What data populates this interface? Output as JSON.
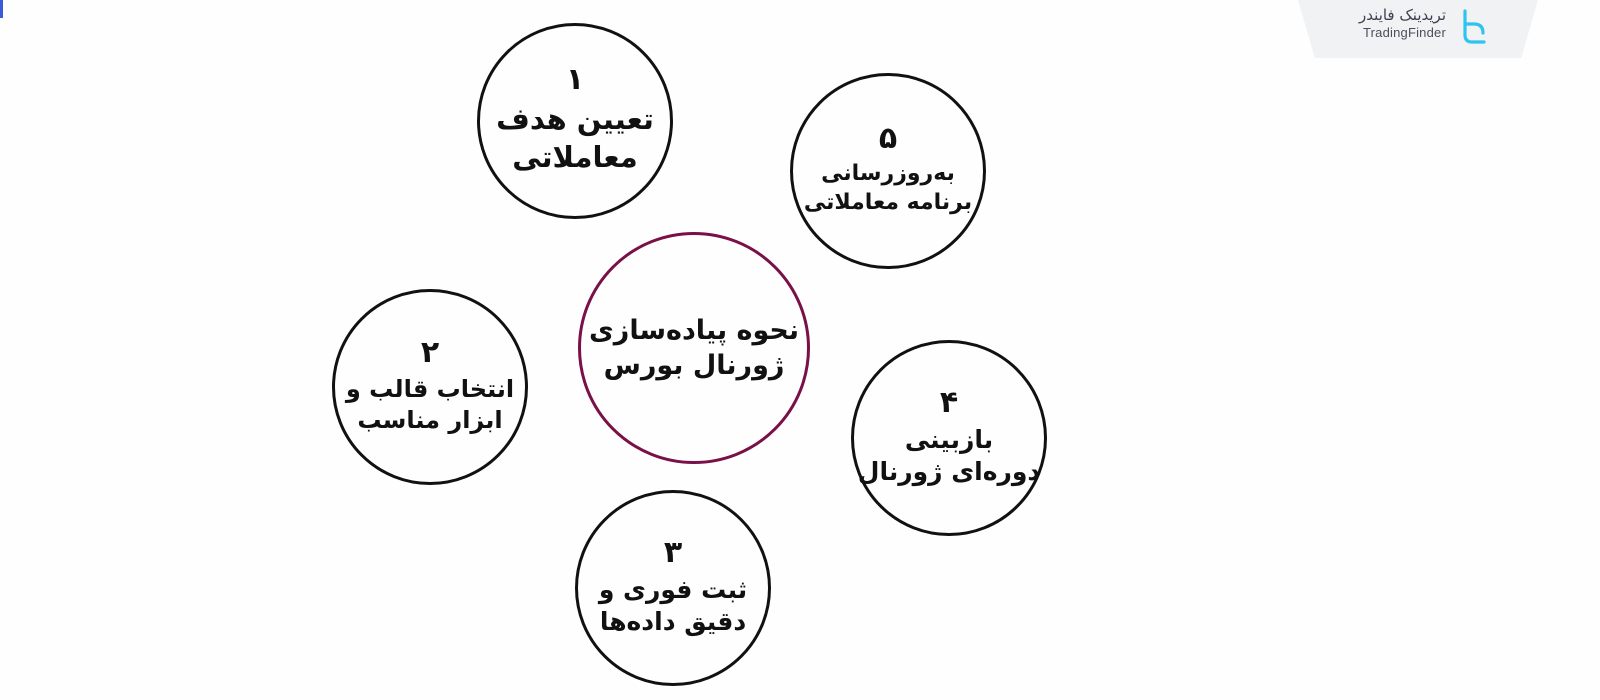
{
  "logo": {
    "name_fa": "تریدینک فایندر",
    "name_en": "TradingFinder",
    "icon": "tradingfinder-logo-icon",
    "color": "#2ec4f0"
  },
  "diagram": {
    "center": {
      "label": "نحوه پیاده‌سازی\nژورنال بورس",
      "border_color": "#7a1048"
    },
    "steps": [
      {
        "number": "۱",
        "label": "تعیین هدف\nمعاملاتی"
      },
      {
        "number": "۲",
        "label": "انتخاب قالب و\nابزار مناسب"
      },
      {
        "number": "۳",
        "label": "ثبت فوری و\nدقیق داده‌ها"
      },
      {
        "number": "۴",
        "label": "بازبینی\nدوره‌ای ژورنال"
      },
      {
        "number": "۵",
        "label": "به‌روزرسانی\nبرنامه معاملاتی"
      }
    ]
  }
}
